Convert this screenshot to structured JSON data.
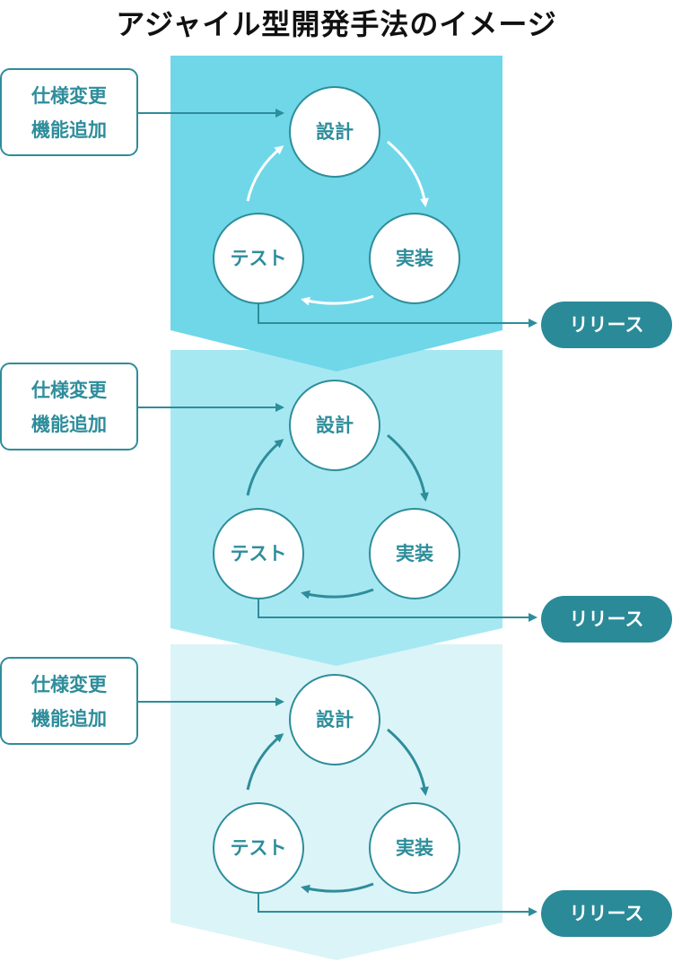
{
  "title": "アジャイル型開発手法のイメージ",
  "colors": {
    "band1": "#6fd7e8",
    "band2": "#a6e8f2",
    "band3": "#dbf4f8",
    "teal": "#2e8d9b",
    "dark_teal": "#2a8a98"
  },
  "iterations": [
    {
      "input_lines": [
        "仕様変更",
        "機能追加"
      ],
      "nodes": {
        "design": "設計",
        "implement": "実装",
        "test": "テスト"
      },
      "release": "リリース"
    },
    {
      "input_lines": [
        "仕様変更",
        "機能追加"
      ],
      "nodes": {
        "design": "設計",
        "implement": "実装",
        "test": "テスト"
      },
      "release": "リリース"
    },
    {
      "input_lines": [
        "仕様変更",
        "機能追加"
      ],
      "nodes": {
        "design": "設計",
        "implement": "実装",
        "test": "テスト"
      },
      "release": "リリース"
    }
  ]
}
